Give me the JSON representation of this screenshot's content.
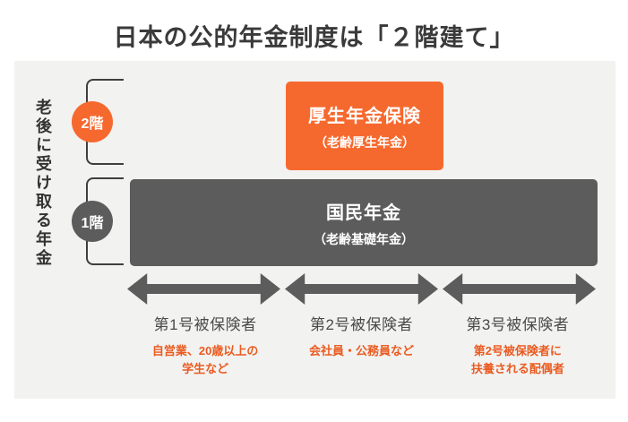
{
  "title": "日本の公的年金制度は「２階建て」",
  "diagram": {
    "side_label": "老後に受け取る年金",
    "floors": [
      {
        "badge": "2階",
        "box_title": "厚生年金保険",
        "box_subtitle": "（老齢厚生年金）"
      },
      {
        "badge": "1階",
        "box_title": "国民年金",
        "box_subtitle": "（老齢基礎年金）"
      }
    ],
    "categories": [
      {
        "label": "第1号被保険者",
        "description": "自営業、20歳以上の\n学生など"
      },
      {
        "label": "第2号被保険者",
        "description": "会社員・公務員など"
      },
      {
        "label": "第3号被保険者",
        "description": "第2号被保険者に\n扶養される配偶者"
      }
    ],
    "icons": {
      "double_arrow": "double-arrow-icon"
    },
    "colors": {
      "accent_orange": "#f6692e",
      "description_orange": "#ea5b20",
      "dark_gray": "#5c5c5c",
      "panel_background": "#f2f2f1",
      "title_text": "#3a3a3a"
    }
  }
}
